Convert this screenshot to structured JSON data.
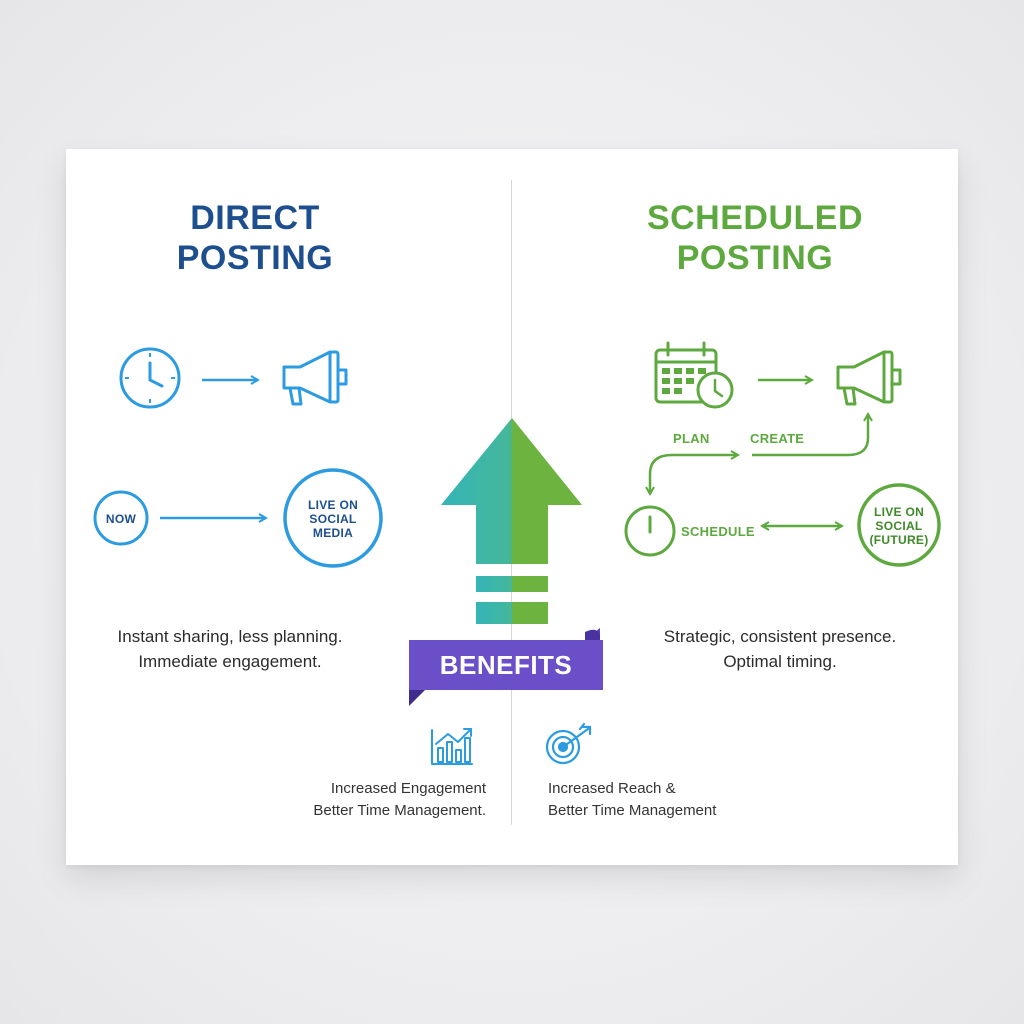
{
  "colors": {
    "blue": "#2d9be0",
    "navy": "#1d4f8f",
    "green": "#5ea93f",
    "teal": "#3fb9b0",
    "purple": "#6a4fc8"
  },
  "direct": {
    "title_line1": "DIRECT",
    "title_line2": "POSTING",
    "now_label": "NOW",
    "live_line1": "LIVE ON",
    "live_line2": "SOCIAL",
    "live_line3": "MEDIA",
    "desc_line1": "Instant sharing, less planning.",
    "desc_line2": "Immediate engagement.",
    "bottom_line1": "Increased Engagement",
    "bottom_line2": "Better Time Management."
  },
  "scheduled": {
    "title_line1": "SCHEDULED",
    "title_line2": "POSTING",
    "plan_label": "PLAN",
    "create_label": "CREATE",
    "schedule_label": "SCHEDULE",
    "live_line1": "LIVE ON",
    "live_line2": "SOCIAL",
    "live_line3": "(FUTURE)",
    "desc_line1": "Strategic, consistent presence.",
    "desc_line2": "Optimal timing.",
    "bottom_line1": "Increased Reach &",
    "bottom_line2": "Better Time Management"
  },
  "center": {
    "benefits_label": "BENEFITS"
  },
  "icons": [
    "clock-icon",
    "megaphone-icon",
    "calendar-clock-icon",
    "stopwatch-icon",
    "up-arrow-icon",
    "growth-chart-icon",
    "target-icon"
  ]
}
